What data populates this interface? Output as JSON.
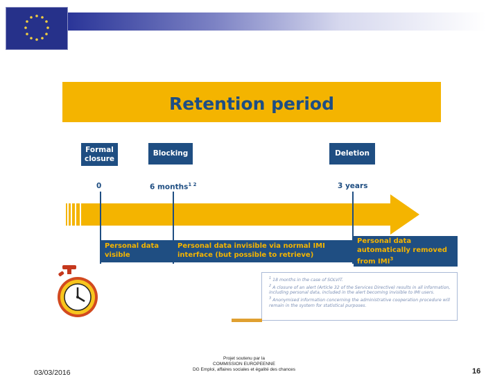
{
  "header": {
    "flag_icon": "eu-flag-icon",
    "colors": {
      "flag_blue": "#26318a",
      "star_yellow": "#f4d03f"
    }
  },
  "title": "Retention period",
  "milestones": [
    {
      "label": "Formal closure",
      "tick": "0",
      "tick_note": ""
    },
    {
      "label": "Blocking",
      "tick": "6 months",
      "tick_note": "1 2"
    },
    {
      "label": "Deletion",
      "tick": "3 years",
      "tick_note": ""
    }
  ],
  "phases": [
    {
      "text": "Personal data visible"
    },
    {
      "text": "Personal data invisible via normal IMI interface (but possible to retrieve)"
    },
    {
      "text": "Personal data automatically removed from IMI",
      "note": "3"
    }
  ],
  "footnotes": [
    {
      "mark": "1",
      "text": "18 months in the case of SOLVIT."
    },
    {
      "mark": "2",
      "text": "A closure of an alert (Article 32 of the Services Directive) results in all information, including personal data, included in the alert becoming invisible to IMI users."
    },
    {
      "mark": "3",
      "text": "Anonymised information concerning the administrative cooperation procedure will remain in the system for statistical purposes."
    }
  ],
  "footer": {
    "date": "03/03/2016",
    "supported_by": [
      "Projet soutenu par la",
      "COMMISSION EUROPEENNE",
      "DG Emploi, affaires sociales et égalité des chances"
    ],
    "page_number": "16"
  },
  "colors": {
    "banner": "#f4b400",
    "navy": "#1f4e82",
    "phase_text": "#f4b400",
    "arrow": "#f4b400"
  },
  "icons": [
    "eu-flag-icon",
    "stopwatch-icon",
    "timeline-arrow-icon"
  ]
}
